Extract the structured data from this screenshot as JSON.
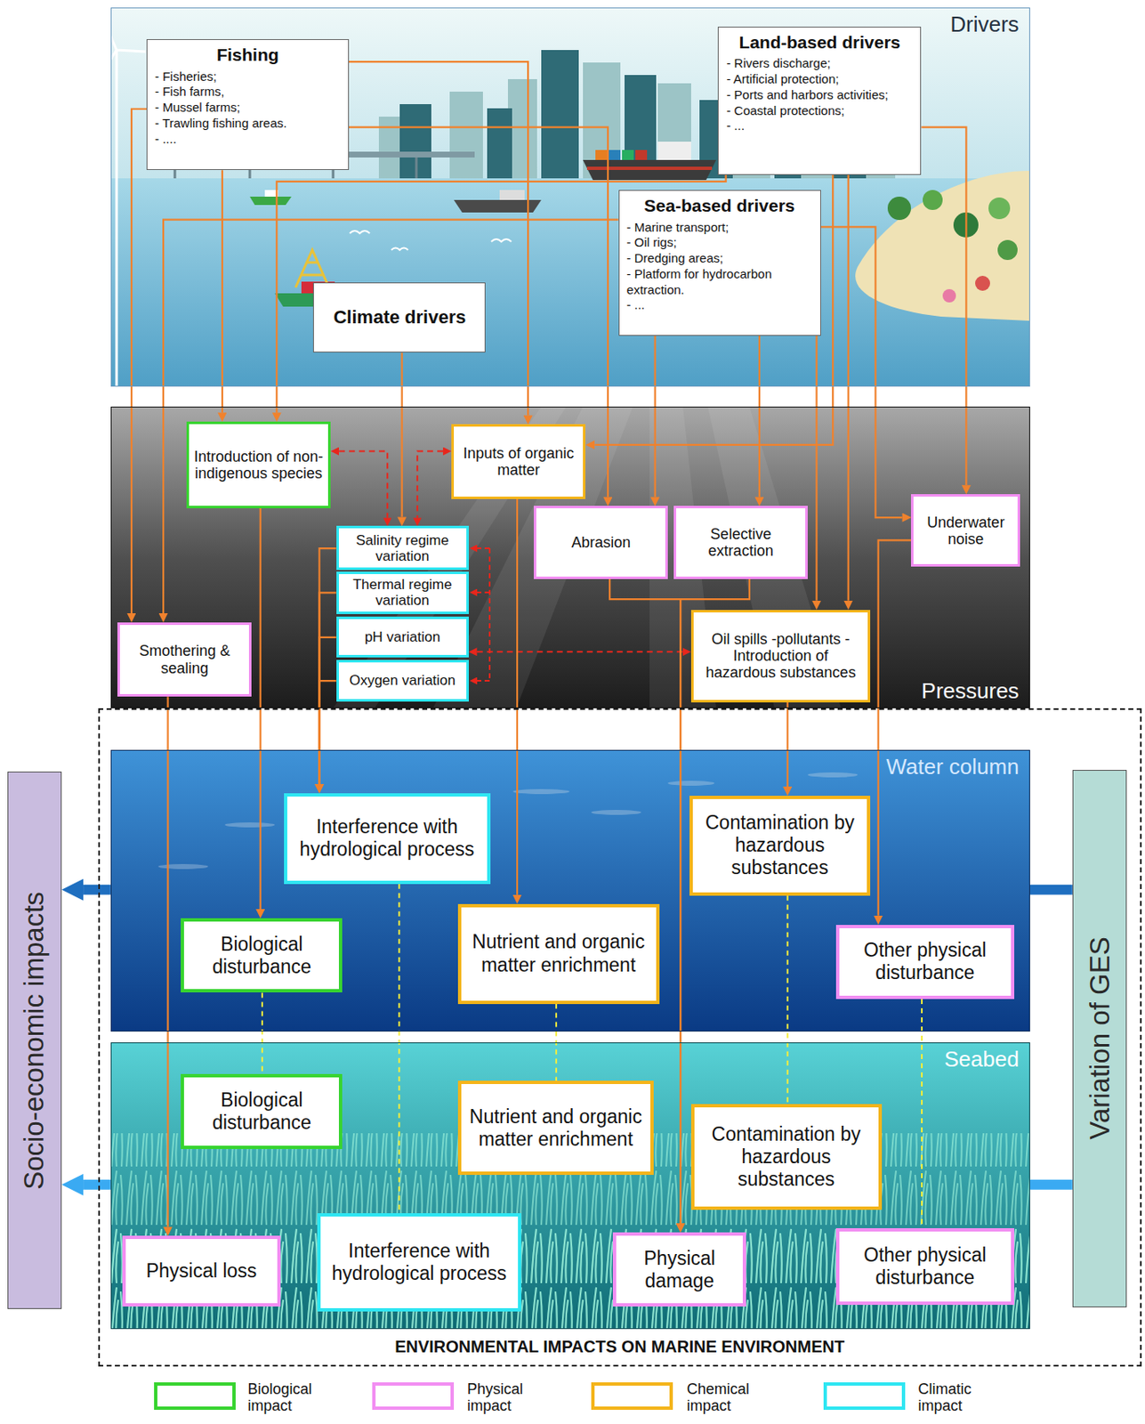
{
  "diagram": {
    "nodes": [
      {
        "text": [
          "Drivers"
        ]
      },
      {
        "text": [
          "Fishing",
          "- Fisheries;",
          "- Fish farms,",
          "- Mussel farms;",
          "- Trawling fishing areas.",
          "- ...."
        ],
        "in": 0
      },
      {
        "text": [
          "Land-based drivers",
          "- Rivers discharge;",
          "- Artificial protection;",
          "- Ports and harbors activities;",
          "- Coastal protections;",
          "- ..."
        ],
        "in": 0
      },
      {
        "text": [
          "Sea-based drivers",
          "- Marine transport;",
          "- Oil rigs;",
          "- Dredging areas;",
          "- Platform for hydrocarbon extraction.",
          "- ..."
        ],
        "in": 0
      },
      {
        "text": [
          "Climate drivers"
        ],
        "in": 0
      },
      {
        "text": [
          "Pressures"
        ]
      },
      {
        "text": [
          "Introduction of non-indigenous species"
        ],
        "in": 5
      },
      {
        "text": [
          "Inputs of organic matter"
        ],
        "in": 5
      },
      {
        "text": [
          "Salinity regime variation"
        ],
        "in": 5
      },
      {
        "text": [
          "Thermal regime variation"
        ],
        "in": 5
      },
      {
        "text": [
          "pH variation"
        ],
        "in": 5
      },
      {
        "text": [
          "Oxygen variation"
        ],
        "in": 5
      },
      {
        "text": [
          "Abrasion"
        ],
        "in": 5
      },
      {
        "text": [
          "Selective extraction"
        ],
        "in": 5
      },
      {
        "text": [
          "Underwater noise"
        ],
        "in": 5
      },
      {
        "text": [
          "Smothering & sealing"
        ],
        "in": 5
      },
      {
        "text": [
          "Oil spills -pollutants - Introduction of hazardous substances"
        ],
        "in": 5
      },
      {
        "text": [
          "Socio-economic impacts"
        ]
      },
      {
        "text": [
          "ENVIRONMENTAL IMPACTS ON MARINE ENVIRONMENT"
        ]
      },
      {
        "text": [
          "Water column"
        ],
        "in": 18
      },
      {
        "text": [
          "Interference with hydrological process"
        ],
        "in": 19
      },
      {
        "text": [
          "Contamination by hazardous substances"
        ],
        "in": 19
      },
      {
        "text": [
          "Biological disturbance"
        ],
        "in": 19
      },
      {
        "text": [
          "Nutrient and organic matter enrichment"
        ],
        "in": 19
      },
      {
        "text": [
          "Other physical disturbance"
        ],
        "in": 19
      },
      {
        "text": [
          "Seabed"
        ],
        "in": 18
      },
      {
        "text": [
          "Biological disturbance"
        ],
        "in": 25
      },
      {
        "text": [
          "Nutrient and organic matter enrichment"
        ],
        "in": 25
      },
      {
        "text": [
          "Contamination by hazardous substances"
        ],
        "in": 25
      },
      {
        "text": [
          "Physical loss"
        ],
        "in": 25
      },
      {
        "text": [
          "Interference with hydrological process"
        ],
        "in": 25
      },
      {
        "text": [
          "Physical damage"
        ],
        "in": 25
      },
      {
        "text": [
          "Other physical disturbance"
        ],
        "in": 25
      },
      {
        "text": [
          "Variation of GES"
        ]
      }
    ],
    "edges": [
      {
        "from": 1,
        "to": 15,
        "arrow": "to"
      },
      {
        "from": 3,
        "to": 15,
        "arrow": "to"
      },
      {
        "from": 1,
        "to": 6,
        "arrow": "to"
      },
      {
        "from": 2,
        "to": 6,
        "arrow": "to"
      },
      {
        "from": 1,
        "to": 7,
        "arrow": "to"
      },
      {
        "from": 2,
        "to": 7,
        "arrow": "to"
      },
      {
        "from": 1,
        "to": 12,
        "arrow": "to"
      },
      {
        "from": 3,
        "to": 12,
        "arrow": "to"
      },
      {
        "from": 3,
        "to": 13,
        "arrow": "to"
      },
      {
        "from": 3,
        "to": 16,
        "arrow": "to"
      },
      {
        "from": 2,
        "to": 16,
        "arrow": "to"
      },
      {
        "from": 2,
        "to": 14,
        "arrow": "to"
      },
      {
        "from": 3,
        "to": 14,
        "arrow": "to"
      },
      {
        "from": 4,
        "to": 8,
        "arrow": "to"
      },
      {
        "from": 6,
        "to": 8,
        "arrow": "both"
      },
      {
        "from": 7,
        "to": 8,
        "arrow": "both"
      },
      {
        "from": 10,
        "to": 16,
        "arrow": "both"
      },
      {
        "from": 6,
        "to": 22,
        "arrow": "to"
      },
      {
        "from": 8,
        "to": 20,
        "arrow": "to"
      },
      {
        "from": 9,
        "to": 20,
        "arrow": "to"
      },
      {
        "from": 10,
        "to": 20,
        "arrow": "to"
      },
      {
        "from": 11,
        "to": 20,
        "arrow": "to"
      },
      {
        "from": 7,
        "to": 23,
        "arrow": "to"
      },
      {
        "from": 12,
        "to": 31,
        "arrow": "to"
      },
      {
        "from": 13,
        "to": 31,
        "arrow": "to"
      },
      {
        "from": 16,
        "to": 21,
        "arrow": "to"
      },
      {
        "from": 14,
        "to": 24,
        "arrow": "to"
      },
      {
        "from": 15,
        "to": 29,
        "arrow": "to"
      },
      {
        "from": 22,
        "to": 26,
        "arrow": "none"
      },
      {
        "from": 20,
        "to": 30,
        "arrow": "none"
      },
      {
        "from": 23,
        "to": 27,
        "arrow": "none"
      },
      {
        "from": 21,
        "to": 28,
        "arrow": "none"
      },
      {
        "from": 24,
        "to": 32,
        "arrow": "none"
      },
      {
        "from": 19,
        "to": 17,
        "arrow": "to"
      },
      {
        "from": 25,
        "to": 17,
        "arrow": "to"
      },
      {
        "from": 19,
        "to": 33,
        "arrow": "to"
      },
      {
        "from": 25,
        "to": 33,
        "arrow": "to"
      }
    ],
    "legend": [
      {
        "text": "Biological impact",
        "color": "#38d430"
      },
      {
        "text": "Physical impact",
        "color": "#f28ef2"
      },
      {
        "text": "Chemical impact",
        "color": "#f4b41a"
      },
      {
        "text": "Climatic impact",
        "color": "#2ee6f2"
      }
    ]
  }
}
